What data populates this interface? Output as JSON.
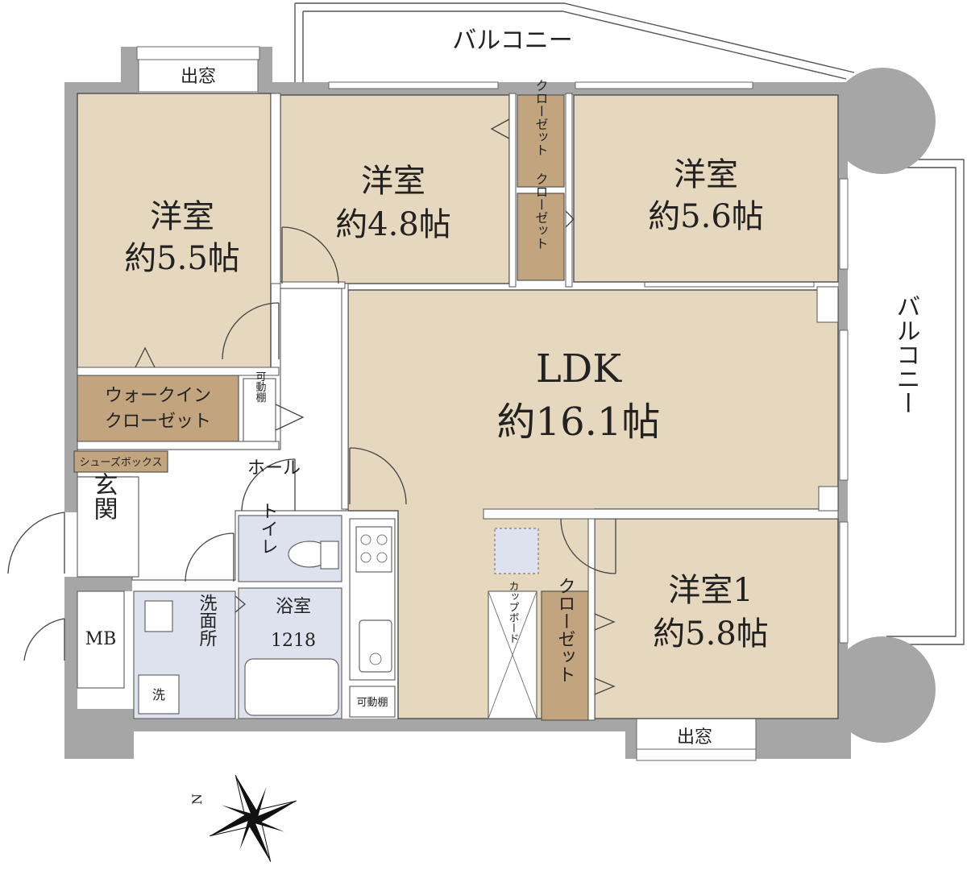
{
  "rooms": {
    "ldk": {
      "name": "LDK",
      "size": "約16.1帖"
    },
    "western_nw": {
      "name": "洋室",
      "size": "約5.5帖"
    },
    "western_north": {
      "name": "洋室",
      "size": "約4.8帖"
    },
    "western_ne": {
      "name": "洋室",
      "size": "約5.6帖"
    },
    "western_1": {
      "name": "洋室1",
      "size": "約5.8帖"
    }
  },
  "labels": {
    "balcony_top": "バルコニー",
    "balcony_right": "バルコニー",
    "bay_window_top": "出窓",
    "bay_window_bottom": "出窓",
    "walk_in_closet_1": "ウォークイン",
    "walk_in_closet_2": "クローゼット",
    "movable_shelf_vertical": "可動棚",
    "movable_shelf_kitchen": "可動棚",
    "shoe_box": "シューズボックス",
    "hall": "ホール",
    "entrance": "玄関",
    "toilet": "トイレ",
    "bathroom": "浴室",
    "bathroom_size": "1218",
    "washroom": "洗面所",
    "washer": "洗",
    "meter_box": "MB",
    "cupboard": "カップボード",
    "closet_a": "クローゼット",
    "closet_b": "クローゼット",
    "closet_c": "クローゼット",
    "north": "N"
  },
  "colors": {
    "room_fill": "#e6d8be",
    "closet_fill": "#c2a57e",
    "wet_area_fill": "#dde2ee",
    "wall_fill": "#a6a6a6"
  }
}
